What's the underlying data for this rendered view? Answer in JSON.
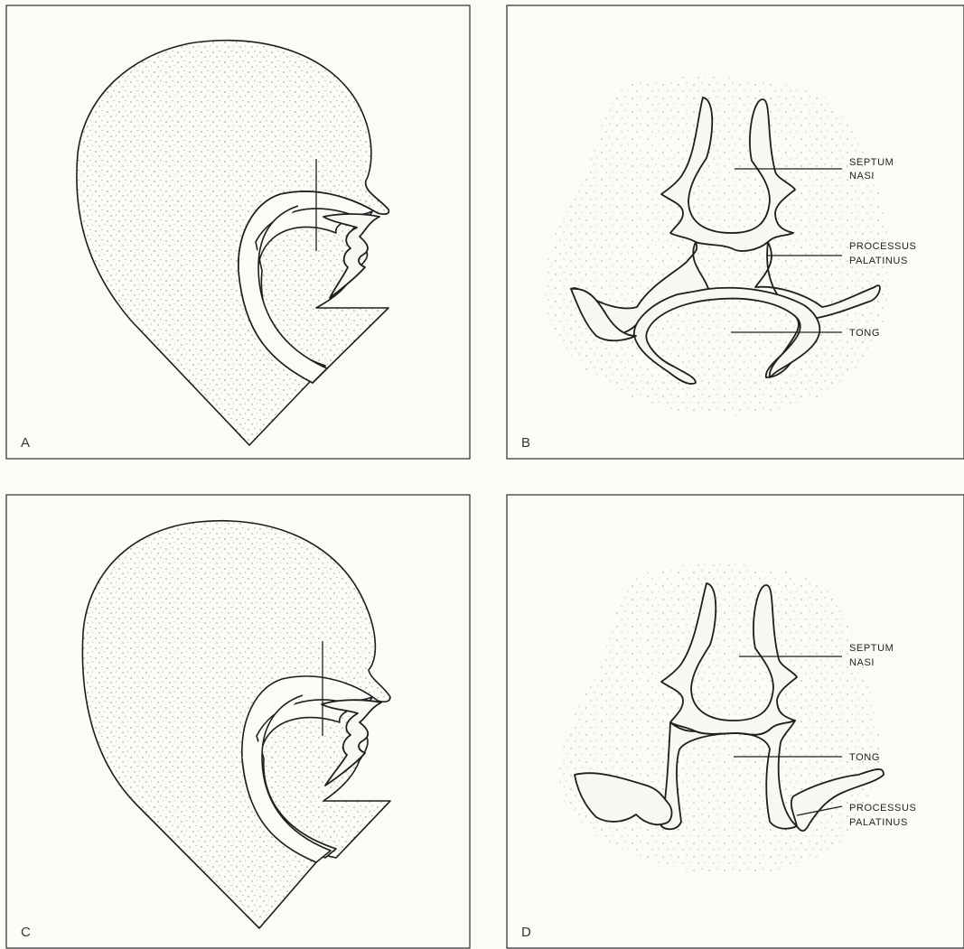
{
  "panels": {
    "a": {
      "letter": "A"
    },
    "b": {
      "letter": "B",
      "labels": {
        "septum_line1": "SEPTUM",
        "septum_line2": "NASI",
        "processus_line1": "PROCESSUS",
        "processus_line2": "PALATINUS",
        "tong": "TONG"
      }
    },
    "c": {
      "letter": "C"
    },
    "d": {
      "letter": "D",
      "labels": {
        "septum_line1": "SEPTUM",
        "septum_line2": "NASI",
        "tong": "TONG",
        "processus_line1": "PROCESSUS",
        "processus_line2": "PALATINUS"
      }
    }
  },
  "colors": {
    "ink": "#1e1e1e",
    "paper": "#fbfbf7",
    "stipple": "#6a6a6a"
  }
}
